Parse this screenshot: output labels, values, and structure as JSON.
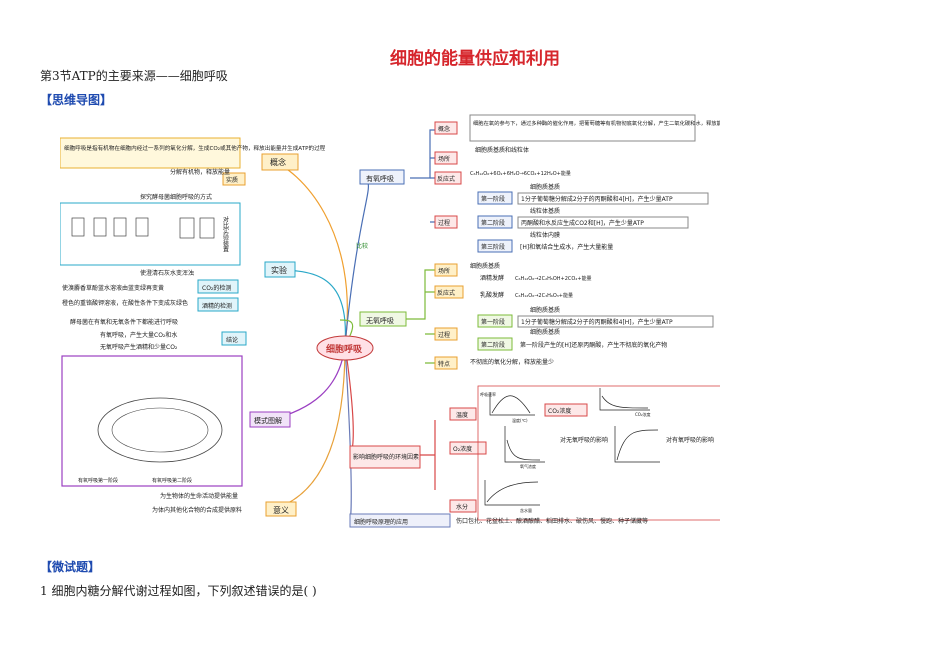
{
  "doc": {
    "title": "细胞的能量供应和利用",
    "subtitle": "第3节ATP的主要来源——细胞呼吸",
    "section_mindmap": "【思维导图】",
    "section_quiz": "【微试题】",
    "question1": "1 细胞内糖分解代谢过程如图，下列叙述错误的是(      )"
  },
  "mindmap": {
    "center": "细胞呼吸",
    "left": {
      "concept": "概念",
      "concept_def": "细胞呼吸是指有机物在细胞内经过一系列的氧化分解，生成CO₂或其他产物，释放出能量并生成ATP的过程",
      "essence": "实质",
      "essence_text": "分解有机物，释放能量",
      "experiment": "实验",
      "exp_title": "探究酵母菌细胞呼吸的方式",
      "exp_device": "对比实验装置",
      "co2_detect": "CO₂的检测",
      "co2_a": "使澄清石灰水变浑浊",
      "co2_b": "使溴麝香草酚蓝水溶液由蓝变绿再变黄",
      "alcohol_detect": "酒精的检测",
      "alcohol_text": "橙色的重铬酸钾溶液，在酸性条件下变成灰绿色",
      "conclusion": "结论",
      "conc_a": "酵母菌在有氧和无氧条件下都能进行呼吸",
      "conc_b": "有氧呼吸，产生大量CO₂和水",
      "conc_c": "无氧呼吸产生酒精和少量CO₂",
      "model": "模式图解",
      "model_a": "有氧呼吸第一阶段",
      "model_b": "有氧呼吸第二阶段",
      "significance": "意义",
      "sig_a": "为生物体的生命活动提供能量",
      "sig_b": "为体内其他化合物的合成提供原料"
    },
    "right": {
      "aerobic": "有氧呼吸",
      "compare": "比较",
      "a_concept": "概念",
      "a_concept_text": "细胞在氧的参与下，通过多种酶的催化作用，把葡萄糖等有机物彻底氧化分解，产生二氧化碳和水，释放能量，生成大量ATP的过程",
      "a_site": "场所",
      "a_site_text": "细胞质基质和线粒体",
      "a_eq": "反应式",
      "a_eq_text": "C₆H₁₂O₆+6O₂+6H₂O→6CO₂+12H₂O+能量",
      "a_process": "过程",
      "st1": "第一阶段",
      "st1_loc": "细胞质基质",
      "st1_text": "1分子葡萄糖分解成2分子的丙酮酸和4[H]，产生少量ATP",
      "st2": "第二阶段",
      "st2_loc": "线粒体基质",
      "st2_text": "丙酮酸和水反应生成CO2和[H]，产生少量ATP",
      "st3": "第三阶段",
      "st3_loc": "线粒体内膜",
      "st3_text": "[H]和氧结合生成水，产生大量能量",
      "anaerobic": "无氧呼吸",
      "an_site": "场所",
      "an_site_text": "细胞质基质",
      "an_eq": "反应式",
      "an_eq_alc": "酒精发酵",
      "an_eq_alc_text": "C₆H₁₂O₆→2C₂H₅OH+2CO₂+能量",
      "an_eq_lac": "乳酸发酵",
      "an_eq_lac_text": "C₆H₁₂O₆→2C₃H₆O₃+能量",
      "an_process": "过程",
      "an_st1": "第一阶段",
      "an_st1_loc": "细胞质基质",
      "an_st1_text": "1分子葡萄糖分解成2分子的丙酮酸和4[H]，产生少量ATP",
      "an_st2": "第二阶段",
      "an_st2_loc": "细胞质基质",
      "an_st2_text": "第一阶段产生的[H]还原丙酮酸，产生不彻底的氧化产物",
      "an_feature": "特点",
      "an_feature_text": "不彻底的氧化分解，释放能量少",
      "env": "影响细胞呼吸的环境因素",
      "temp": "温度",
      "co2c": "CO₂浓度",
      "o2c": "O₂浓度",
      "o2_an": "对无氧呼吸的影响",
      "o2_ae": "对有氧呼吸的影响",
      "water": "水分",
      "application": "细胞呼吸原理的应用",
      "app_text": "伤口包扎、花盆松土、酿酒酿醋、稻田排水、破伤风、慢跑、种子储藏等",
      "ax_rate": "呼吸速率",
      "ax_temp": "温度(℃)",
      "ax_co2": "CO₂浓度",
      "ax_o2": "氧气浓度",
      "ax_water": "含水量"
    }
  }
}
